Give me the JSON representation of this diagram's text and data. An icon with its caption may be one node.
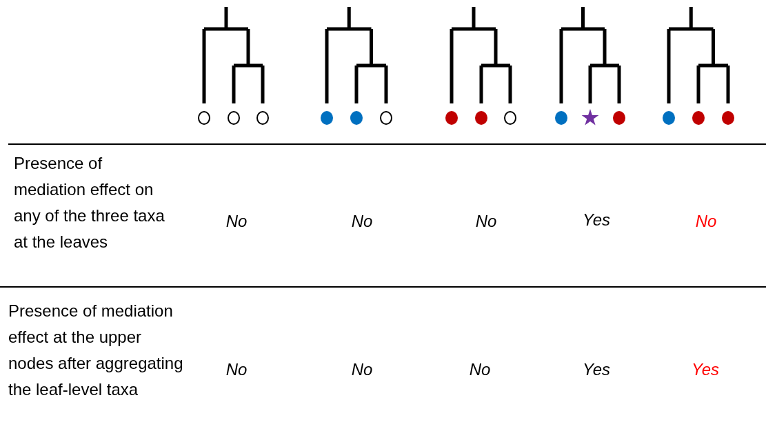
{
  "diagram": {
    "labels": [
      "Presence of mediation effect on any of the three taxa at the leaves",
      "No",
      "No",
      "No",
      "Yes",
      "No",
      "Presence of mediation effect at the upper nodes after aggregating the leaf-level taxa",
      "No",
      "No",
      "No",
      "Yes",
      "Yes"
    ]
  }
}
